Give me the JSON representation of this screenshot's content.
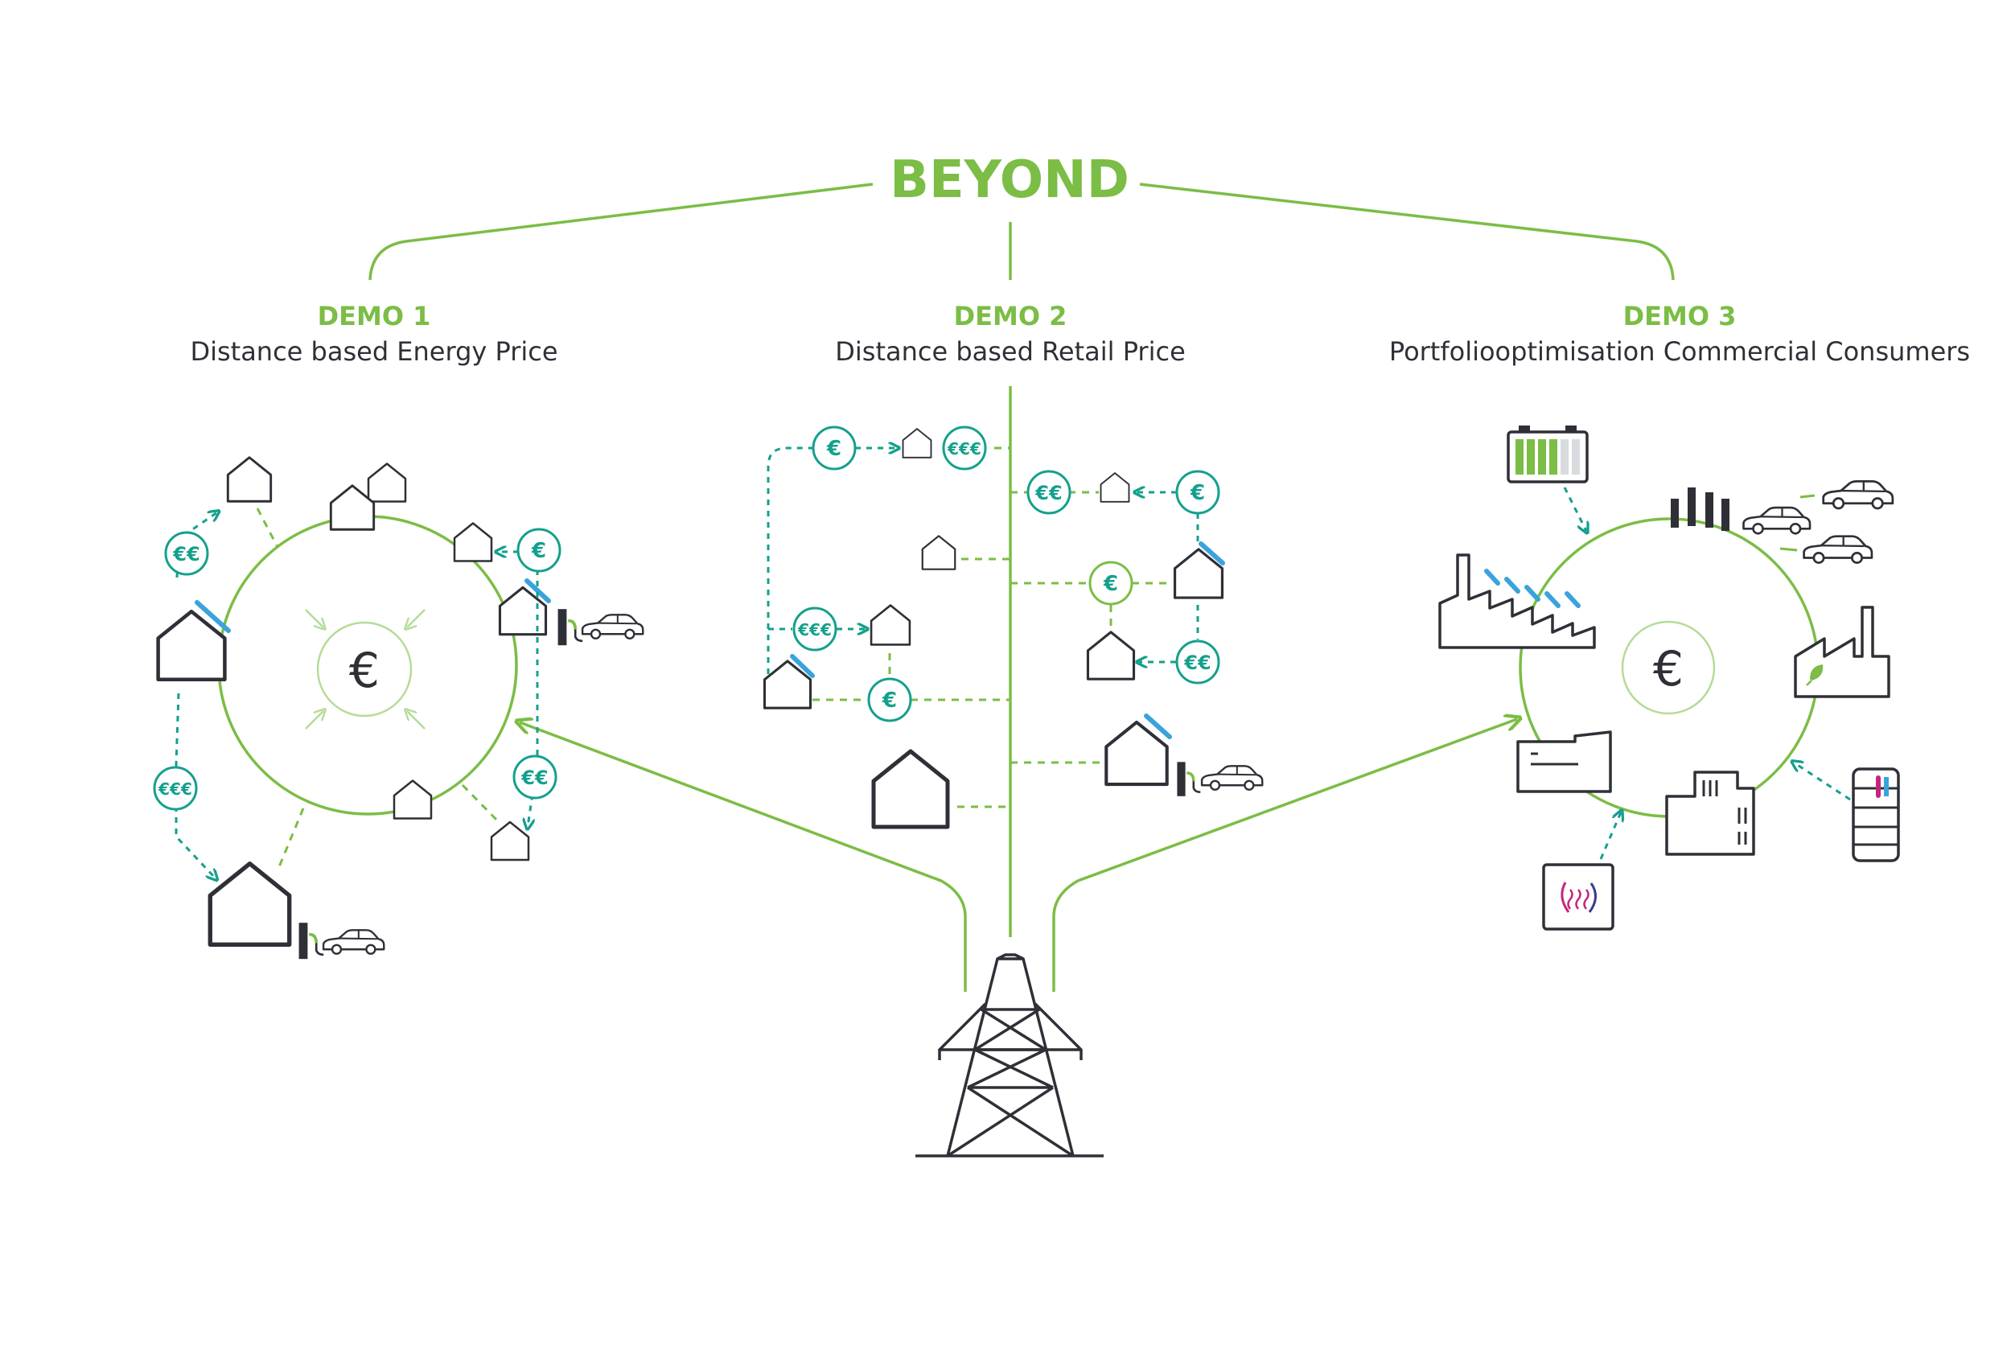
{
  "title": "BEYOND",
  "demos": [
    {
      "name": "DEMO 1",
      "subtitle": "Distance based Energy Price"
    },
    {
      "name": "DEMO 2",
      "subtitle": "Distance based Retail Price"
    },
    {
      "name": "DEMO 3",
      "subtitle": "Portfoliooptimisation Commercial Consumers"
    }
  ],
  "currency_labels": {
    "single": "€",
    "double": "€€",
    "triple": "€€€"
  },
  "colors": {
    "accent_green": "#7bbd45",
    "teal": "#14a08c",
    "dark": "#2f3037",
    "solar_blue": "#3aa3dc",
    "heat_magenta": "#c4267a"
  },
  "icons": [
    "house-icon",
    "solar-panel-icon",
    "ev-charger-icon",
    "car-icon",
    "euro-coin-icon",
    "battery-icon",
    "factory-icon",
    "office-building-icon",
    "heat-pump-icon",
    "boiler-tank-icon",
    "transmission-tower-icon"
  ]
}
